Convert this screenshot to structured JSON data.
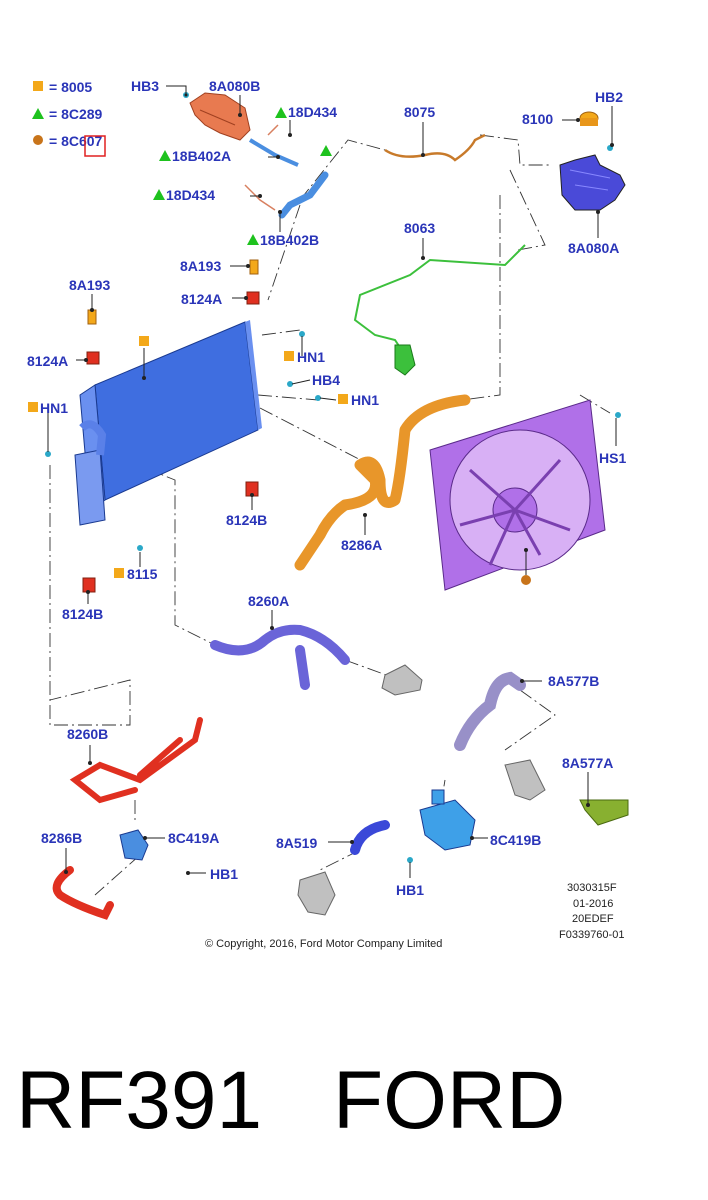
{
  "legend": [
    {
      "symbol": "square",
      "color": "#f3a81a",
      "label": "= 8005"
    },
    {
      "symbol": "triangle",
      "color": "#1ec21e",
      "label": "= 8C289"
    },
    {
      "symbol": "circle",
      "color": "#c8741a",
      "label": "= 8C607"
    }
  ],
  "labels": {
    "hb3": "HB3",
    "p8a080b": "8A080B",
    "p18d434_top": "18D434",
    "p18b402a": "18B402A",
    "p18d434_mid": "18D434",
    "p18b402b": "18B402B",
    "p8075": "8075",
    "p8100": "8100",
    "hb2": "HB2",
    "p8a080a": "8A080A",
    "p8063": "8063",
    "p8a193_right": "8A193",
    "p8124a_right": "8124A",
    "p8a193_left": "8A193",
    "p8124a_left": "8124A",
    "hn1_a": "HN1",
    "hb4": "HB4",
    "hn1_b": "HN1",
    "hn1_left": "HN1",
    "hs1": "HS1",
    "p8124b_mid": "8124B",
    "p8286a": "8286A",
    "p8115": "8115",
    "p8124b_left": "8124B",
    "p8260a": "8260A",
    "p8a577b": "8A577B",
    "p8260b": "8260B",
    "p8a577a": "8A577A",
    "p8286b": "8286B",
    "p8c419a": "8C419A",
    "hb1_left": "HB1",
    "p8a519": "8A519",
    "p8c419b": "8C419B",
    "hb1_right": "HB1"
  },
  "meta": [
    "3030315F",
    "01-2016",
    "20EDEF",
    "F0339760-01"
  ],
  "copyright": "© Copyright, 2016, Ford Motor Company Limited",
  "footer": {
    "part_number": "RF391",
    "brand": "FORD"
  },
  "colors": {
    "label_blue": "#2a35b8",
    "radiator_blue": "#3f6ee0",
    "fan_purple": "#b070e8",
    "hose_orange": "#e8962a",
    "hose_red": "#e03020",
    "hose_green": "#3cc03c",
    "hose_violet": "#6a64d8",
    "hose_lilac": "#9890c8",
    "part_grey": "#c0c0c0",
    "olive": "#88b030",
    "reservoir": "#4a4ad8"
  }
}
